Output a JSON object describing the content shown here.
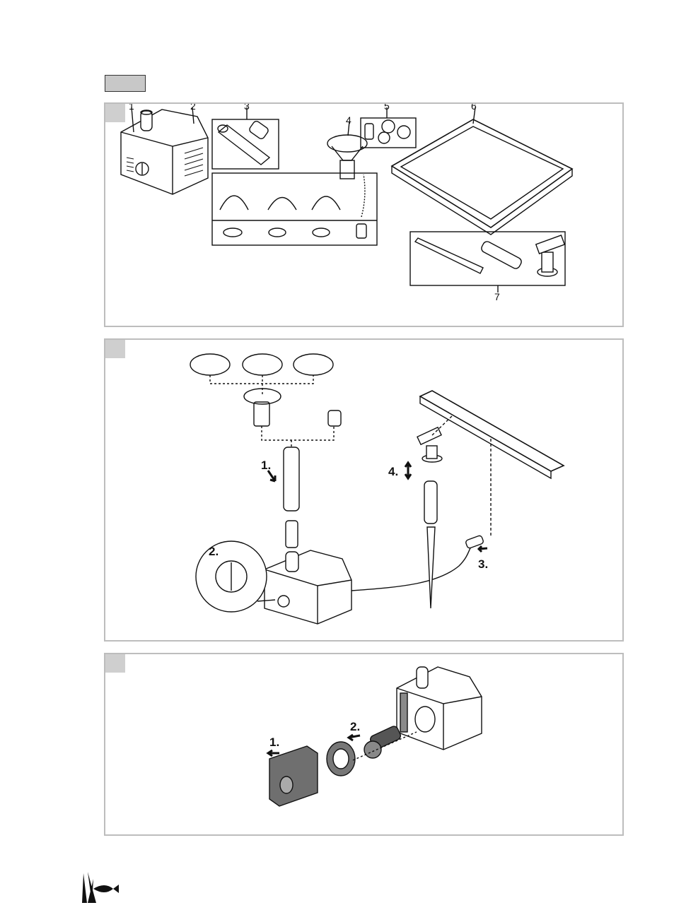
{
  "panel_a": {
    "callouts": [
      "1",
      "2",
      "3",
      "4",
      "5",
      "6",
      "7"
    ]
  },
  "panel_b": {
    "steps": [
      "1.",
      "2.",
      "3.",
      "4."
    ]
  },
  "panel_c": {
    "steps": [
      "1.",
      "2."
    ]
  },
  "icons": {
    "logo": "reed-fish-logo-icon"
  }
}
